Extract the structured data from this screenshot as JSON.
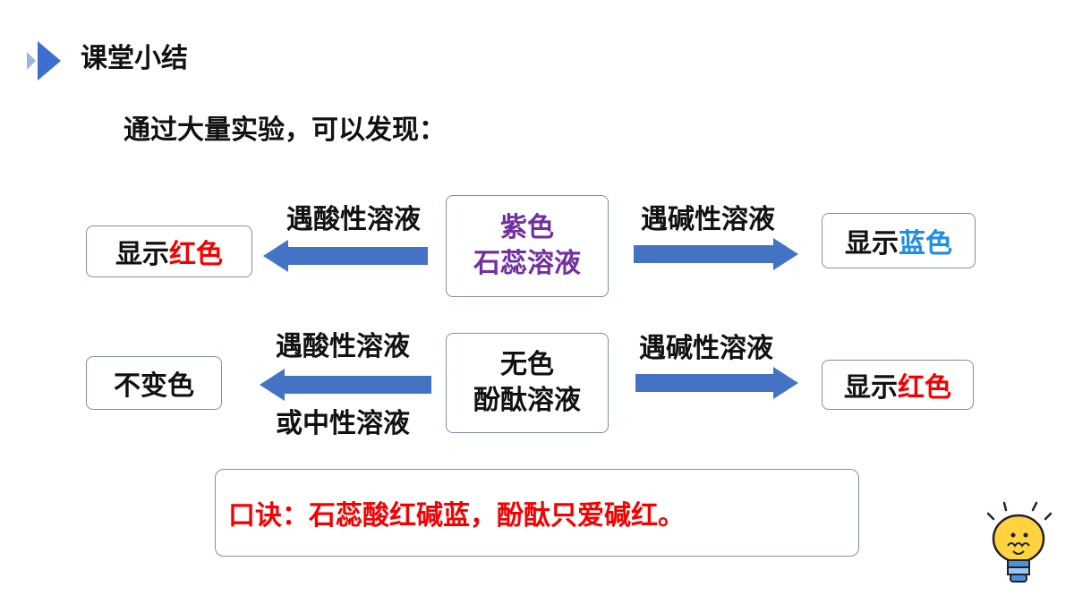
{
  "header": {
    "title": "课堂小结",
    "subtitle": "通过大量实验，可以发现："
  },
  "litmus": {
    "indicator_line1": "紫色",
    "indicator_line2": "石蕊溶液",
    "acid_label": "遇酸性溶液",
    "base_label": "遇碱性溶液",
    "acid_result_prefix": "显示",
    "acid_result_color": "红色",
    "base_result_prefix": "显示",
    "base_result_color": "蓝色"
  },
  "phenol": {
    "indicator_line1": "无色",
    "indicator_line2": "酚酞溶液",
    "acid_label": "遇酸性溶液",
    "neutral_label": "或中性溶液",
    "base_label": "遇碱性溶液",
    "acid_result": "不变色",
    "base_result_prefix": "显示",
    "base_result_color": "红色"
  },
  "motto": {
    "text": "口诀：石蕊酸红碱蓝，酚酞只爱碱红。"
  },
  "colors": {
    "arrow": "#4472c4",
    "red": "#f50000",
    "blue": "#1f8fe5",
    "purple": "#7030a0"
  }
}
